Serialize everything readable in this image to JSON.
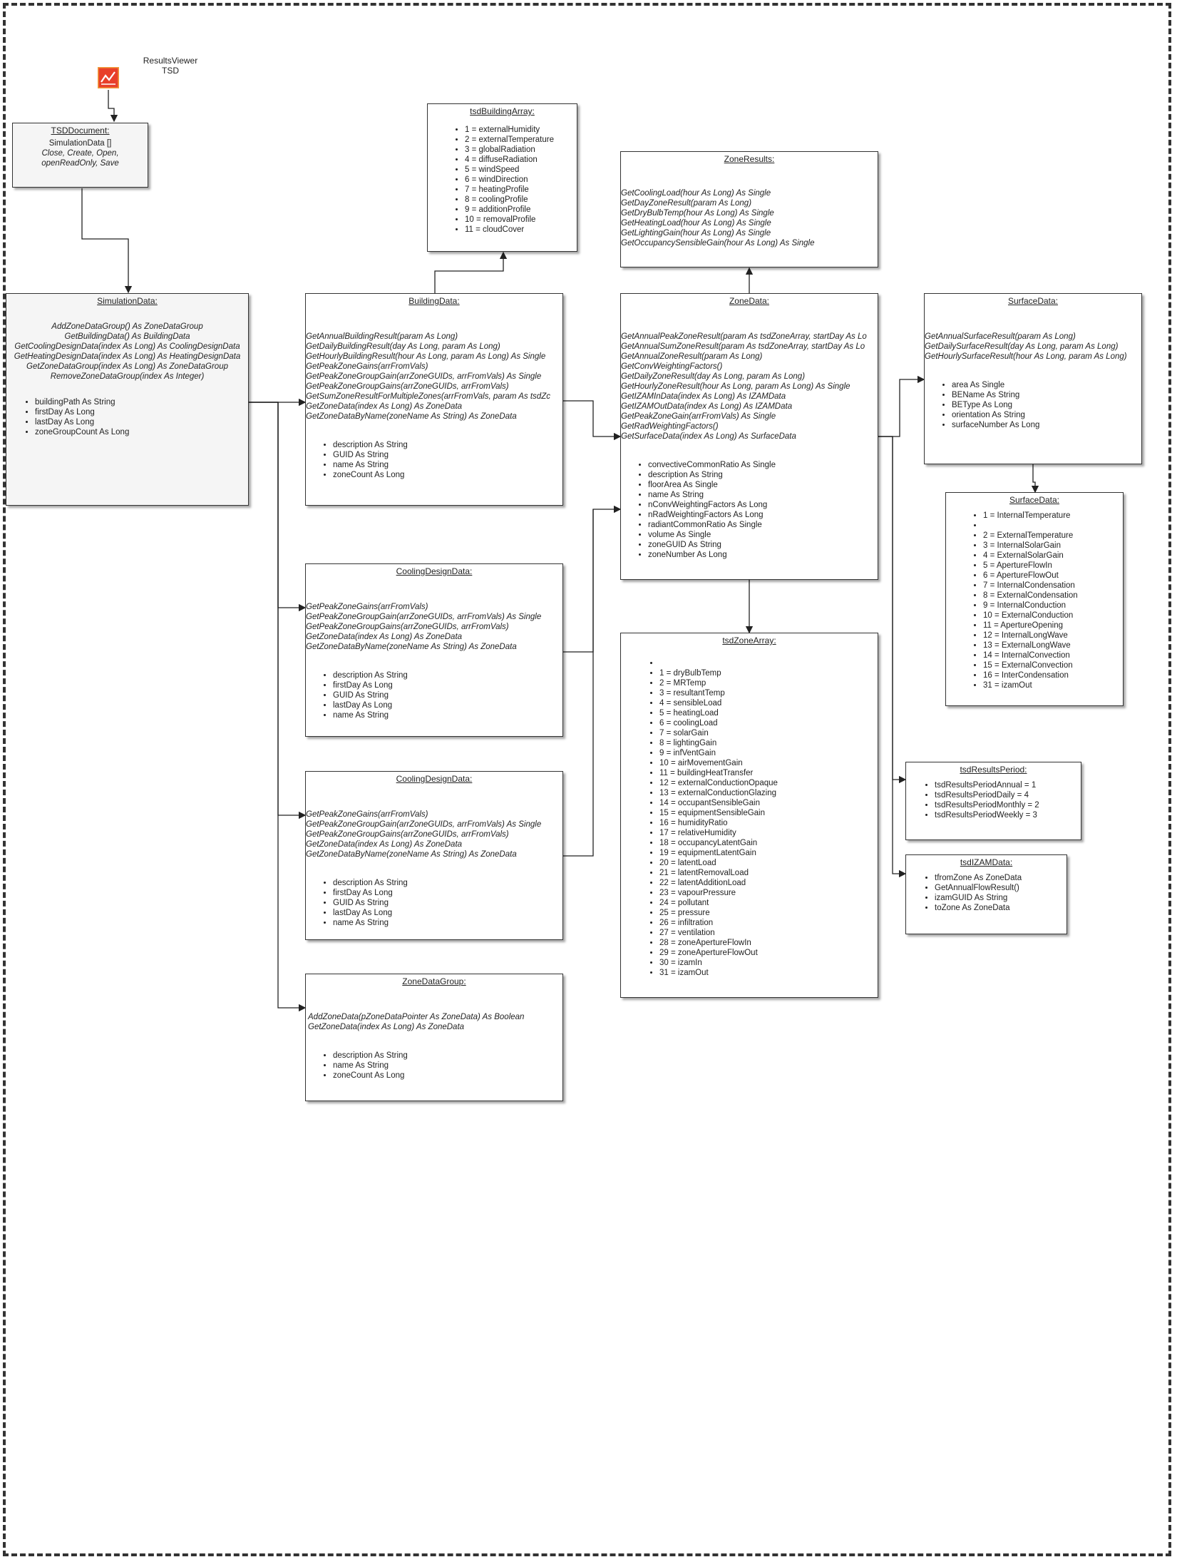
{
  "top": {
    "icon": "line-chart-icon",
    "caption_line1": "ResultsViewer",
    "caption_line2": "TSD"
  },
  "tsd_document": {
    "title": "TSDDocument:",
    "property": "SimulationData []",
    "methods": "Close, Create, Open, openReadOnly, Save"
  },
  "simulation_data": {
    "title": "SimulationData:",
    "methods": [
      "AddZoneDataGroup() As ZoneDataGroup",
      "GetBuildingData() As BuildingData",
      "GetCoolingDesignData(index As Long) As CoolingDesignData",
      "GetHeatingDesignData(index As Long) As HeatingDesignData",
      "GetZoneDataGroup(index As Long) As ZoneDataGroup",
      "RemoveZoneDataGroup(index As Integer)"
    ],
    "properties": [
      "buildingPath As String",
      "firstDay As Long",
      "lastDay As Long",
      "zoneGroupCount As Long"
    ]
  },
  "tsd_building_array": {
    "title": "tsdBuildingArray:",
    "items": [
      "1 = externalHumidity",
      "2 = externalTemperature",
      "3 = globalRadiation",
      "4 = diffuseRadiation",
      "5 = windSpeed",
      "6 = windDirection",
      "7 = heatingProfile",
      "8 = coolingProfile",
      "9 = additionProfile",
      "10 = removalProfile",
      "11 = cloudCover"
    ]
  },
  "building_data": {
    "title": "BuildingData:",
    "methods": [
      "GetAnnualBuildingResult(param As Long)",
      "GetDailyBuildingResult(day As Long, param As Long)",
      "GetHourlyBuildingResult(hour As Long, param As Long) As Single",
      "GetPeakZoneGains(arrFromVals)",
      "GetPeakZoneGroupGain(arrZoneGUIDs, arrFromVals) As Single",
      "GetPeakZoneGroupGains(arrZoneGUIDs, arrFromVals)",
      "GetSumZoneResultForMultipleZones(arrFromVals, param As tsdZc",
      "GetZoneData(index As Long) As ZoneData",
      "GetZoneDataByName(zoneName As String) As ZoneData"
    ],
    "properties": [
      "description As String",
      "GUID As String",
      "name As String",
      "zoneCount As Long"
    ]
  },
  "cooling_design_data_1": {
    "title": "CoolingDesignData:",
    "methods": [
      "GetPeakZoneGains(arrFromVals)",
      "GetPeakZoneGroupGain(arrZoneGUIDs, arrFromVals) As Single",
      "GetPeakZoneGroupGains(arrZoneGUIDs, arrFromVals)",
      "GetZoneData(index As Long) As ZoneData",
      "GetZoneDataByName(zoneName As String) As ZoneData"
    ],
    "properties": [
      "description As String",
      "firstDay As Long",
      "GUID As String",
      "lastDay As Long",
      "name As String"
    ]
  },
  "cooling_design_data_2": {
    "title": "CoolingDesignData:",
    "methods": [
      "GetPeakZoneGains(arrFromVals)",
      "GetPeakZoneGroupGain(arrZoneGUIDs, arrFromVals) As Single",
      "GetPeakZoneGroupGains(arrZoneGUIDs, arrFromVals)",
      "GetZoneData(index As Long) As ZoneData",
      "GetZoneDataByName(zoneName As String) As ZoneData"
    ],
    "properties": [
      "description As String",
      "firstDay As Long",
      "GUID As String",
      "lastDay As Long",
      "name As String"
    ]
  },
  "zone_data_group": {
    "title": "ZoneDataGroup:",
    "methods": [
      "AddZoneData(pZoneDataPointer As ZoneData) As Boolean",
      "GetZoneData(index As Long) As ZoneData"
    ],
    "properties": [
      "description As String",
      "name As String",
      "zoneCount As Long"
    ]
  },
  "zone_results": {
    "title": "ZoneResults:",
    "methods": [
      "GetCoolingLoad(hour As Long) As Single",
      "GetDayZoneResult(param As Long)",
      "GetDryBulbTemp(hour As Long) As Single",
      "GetHeatingLoad(hour As Long) As Single",
      "GetLightingGain(hour As Long) As Single",
      "GetOccupancySensibleGain(hour As Long) As Single"
    ]
  },
  "zone_data": {
    "title": "ZoneData:",
    "methods": [
      "GetAnnualPeakZoneResult(param As tsdZoneArray, startDay As Lo",
      "GetAnnualSumZoneResult(param As tsdZoneArray, startDay As Lo",
      "GetAnnualZoneResult(param As Long)",
      "GetConvWeightingFactors()",
      "GetDailyZoneResult(day As Long, param As Long)",
      "GetHourlyZoneResult(hour As Long, param As Long) As Single",
      "GetIZAMInData(index As Long) As IZAMData",
      "GetIZAMOutData(index As Long) As IZAMData",
      " GetPeakZoneGain(arrFromVals) As Single",
      "GetRadWeightingFactors()",
      "GetSurfaceData(index As Long) As SurfaceData"
    ],
    "properties": [
      "convectiveCommonRatio As Single",
      "description As String",
      "floorArea As Single",
      "name As String",
      "nConvWeightingFactors As Long",
      "nRadWeightingFactors As Long",
      "radiantCommonRatio As Single",
      "volume As Single",
      "zoneGUID As String",
      "zoneNumber As Long"
    ]
  },
  "tsd_zone_array": {
    "title": "tsdZoneArray:",
    "items": [
      "",
      "1 = dryBulbTemp",
      "2 = MRTemp",
      "3 = resultantTemp",
      "4 = sensibleLoad",
      "5 = heatingLoad",
      "6 = coolingLoad",
      "7 = solarGain",
      "8 = lightingGain",
      "9 = infVentGain",
      "10 = airMovementGain",
      "11 = buildingHeatTransfer",
      "12 = externalConductionOpaque",
      "13 = externalConductionGlazing",
      "14 = occupantSensibleGain",
      "15 = equipmentSensibleGain",
      "16 = humidityRatio",
      "17 = relativeHumidity",
      "18 = occupancyLatentGain",
      "19 = equipmentLatentGain",
      "20 = latentLoad",
      "21 = latentRemovalLoad",
      "22 = latentAdditionLoad",
      "23 = vapourPressure",
      "24 = pollutant",
      "25 = pressure",
      "26 = infiltration",
      "27 = ventilation",
      "28 = zoneApertureFlowIn",
      "29 = zoneApertureFlowOut",
      "30 = izamIn",
      "31 = izamOut"
    ]
  },
  "surface_data": {
    "title": "SurfaceData:",
    "methods": [
      "GetAnnualSurfaceResult(param As Long)",
      "GetDailySurfaceResult(day As Long, param As Long)",
      "GetHourlySurfaceResult(hour As Long, param As Long)"
    ],
    "properties": [
      "area As Single",
      "BEName As String",
      "BEType As Long",
      "orientation As String",
      "surfaceNumber As Long"
    ]
  },
  "surface_data_array": {
    "title": "SurfaceData:",
    "items": [
      "1 = InternalTemperature",
      "",
      "2 = ExternalTemperature",
      "3 = InternalSolarGain",
      "4 = ExternalSolarGain",
      "5 = ApertureFlowIn",
      "6 = ApertureFlowOut",
      "7 = InternalCondensation",
      "8 = ExternalCondensation",
      "9 = InternalConduction",
      "10 = ExternalConduction",
      "11 = ApertureOpening",
      "12 = InternalLongWave",
      "13 = ExternalLongWave",
      "14 = InternalConvection",
      "15 = ExternalConvection",
      "16 = InterCondensation",
      "31 = izamOut"
    ]
  },
  "tsd_results_period": {
    "title": "tsdResultsPeriod:",
    "items": [
      "tsdResultsPeriodAnnual = 1",
      "tsdResultsPeriodDaily = 4",
      "tsdResultsPeriodMonthly = 2",
      "tsdResultsPeriodWeekly = 3"
    ]
  },
  "tsd_izam_data": {
    "title": "tsdIZAMData:",
    "items": [
      "tfromZone As ZoneData",
      "GetAnnualFlowResult()",
      "izamGUID As String",
      "toZone As ZoneData"
    ]
  }
}
